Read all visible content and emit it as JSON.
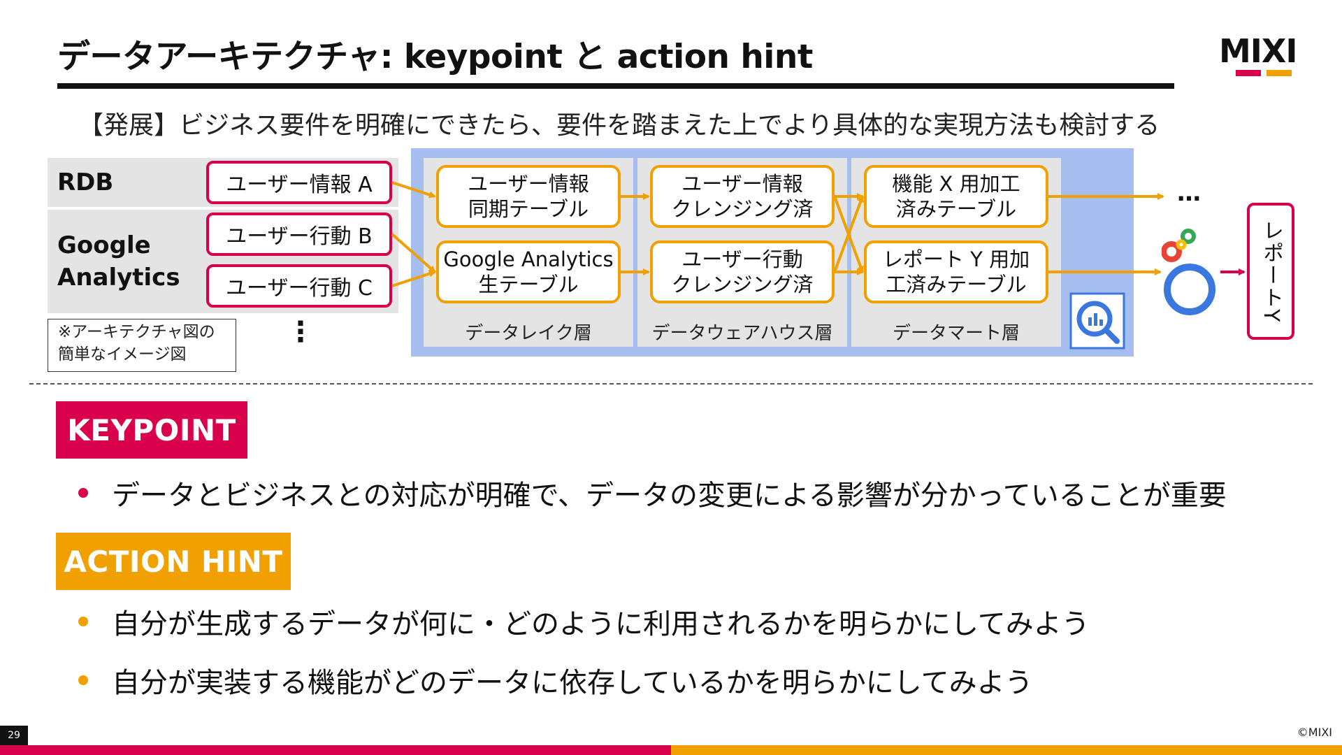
{
  "header": {
    "title": "データアーキテクチャ: keypoint と action hint",
    "logo_text": "MIXI"
  },
  "subtitle": "【発展】ビジネス要件を明確にできたら、要件を踏まえた上でより具体的な実現方法も検討する",
  "diagram": {
    "sources": [
      {
        "label": "RDB",
        "items": [
          "ユーザー情報 A"
        ]
      },
      {
        "label": "Google Analytics",
        "items": [
          "ユーザー行動 B",
          "ユーザー行動 C"
        ]
      }
    ],
    "note": "※アーキテクチャ図の簡単なイメージ図",
    "source_more": "⋮",
    "layers": [
      {
        "label": "データレイク層",
        "boxes": [
          "ユーザー情報\n同期テーブル",
          "Google Analytics\n生テーブル"
        ]
      },
      {
        "label": "データウェアハウス層",
        "boxes": [
          "ユーザー情報\nクレンジング済",
          "ユーザー行動\nクレンジング済"
        ]
      },
      {
        "label": "データマート層",
        "boxes": [
          "機能 X 用加工\n済みテーブル",
          "レポート Y 用加\n工済みテーブル"
        ]
      }
    ],
    "output_more": "…",
    "report": "レポートY",
    "icons": [
      "bigquery-icon",
      "looker-studio-icon"
    ]
  },
  "keypoint": {
    "tag": "KEYPOINT",
    "bullets": [
      "データとビジネスとの対応が明確で、データの変更による影響が分かっていることが重要"
    ]
  },
  "action_hint": {
    "tag": "ACTION HINT",
    "bullets": [
      "自分が生成するデータが何に・どのように利用されるかを明らかにしてみよう",
      "自分が実装する機能がどのデータに依存しているかを明らかにしてみよう"
    ]
  },
  "footer": {
    "page_number": "29",
    "copyright": "©MIXI"
  },
  "colors": {
    "magenta": "#d9004c",
    "orange": "#f0a000",
    "pipeline_blue": "#a6bdef",
    "panel_gray": "#e4e4e4"
  }
}
